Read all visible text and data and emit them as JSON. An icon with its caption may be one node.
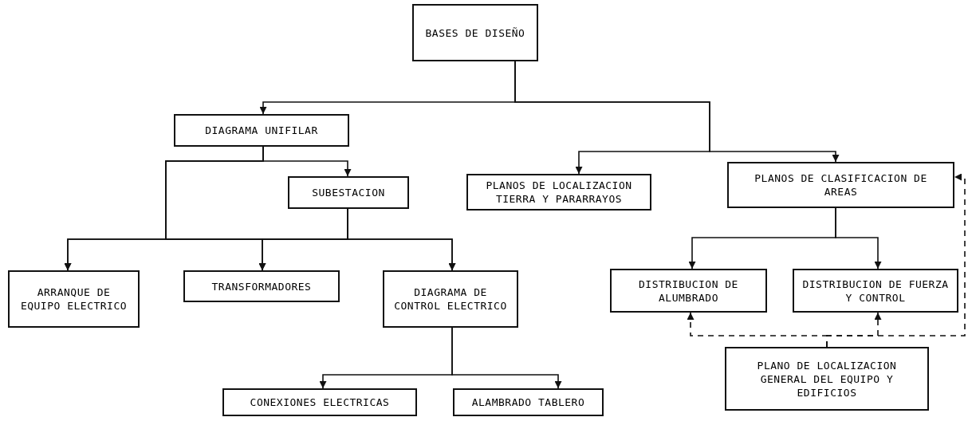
{
  "diagram": {
    "nodes": [
      {
        "text": [
          "BASES DE DISEÑO"
        ]
      },
      {
        "text": [
          "DIAGRAMA UNIFILAR"
        ]
      },
      {
        "text": [
          "PLANOS DE LOCALIZACION TIERRA Y PARARRAYOS"
        ]
      },
      {
        "text": [
          "PLANOS DE CLASIFICACION DE AREAS"
        ]
      },
      {
        "text": [
          "SUBESTACION"
        ]
      },
      {
        "text": [
          "ARRANQUE DE EQUIPO ELECTRICO"
        ]
      },
      {
        "text": [
          "TRANSFORMADORES"
        ]
      },
      {
        "text": [
          "DIAGRAMA DE CONTROL ELECTRICO"
        ]
      },
      {
        "text": [
          "DISTRIBUCION DE ALUMBRADO"
        ]
      },
      {
        "text": [
          "DISTRIBUCION DE FUERZA Y CONTROL"
        ]
      },
      {
        "text": [
          "PLANO DE LOCALIZACION GENERAL DEL EQUIPO Y EDIFICIOS"
        ]
      },
      {
        "text": [
          "CONEXIONES ELECTRICAS"
        ]
      },
      {
        "text": [
          "ALAMBRADO TABLERO"
        ]
      }
    ],
    "edges": [
      {
        "from": 0,
        "to": 1,
        "arrow": "to"
      },
      {
        "from": 0,
        "to": 2,
        "arrow": "to"
      },
      {
        "from": 0,
        "to": 3,
        "arrow": "to"
      },
      {
        "from": 1,
        "to": 4,
        "arrow": "to"
      },
      {
        "from": 1,
        "to": 5,
        "arrow": "to"
      },
      {
        "from": 1,
        "to": 6,
        "arrow": "to"
      },
      {
        "from": 1,
        "to": 7,
        "arrow": "to"
      },
      {
        "from": 4,
        "to": 5,
        "arrow": "to"
      },
      {
        "from": 4,
        "to": 6,
        "arrow": "to"
      },
      {
        "from": 4,
        "to": 7,
        "arrow": "to"
      },
      {
        "from": 7,
        "to": 11,
        "arrow": "to"
      },
      {
        "from": 7,
        "to": 12,
        "arrow": "to"
      },
      {
        "from": 3,
        "to": 8,
        "arrow": "to"
      },
      {
        "from": 3,
        "to": 9,
        "arrow": "to"
      },
      {
        "from": 10,
        "to": 8,
        "arrow": "to",
        "style": "dashed"
      },
      {
        "from": 10,
        "to": 9,
        "arrow": "to",
        "style": "dashed"
      },
      {
        "from": 10,
        "to": 3,
        "arrow": "to",
        "style": "dashed"
      }
    ]
  }
}
